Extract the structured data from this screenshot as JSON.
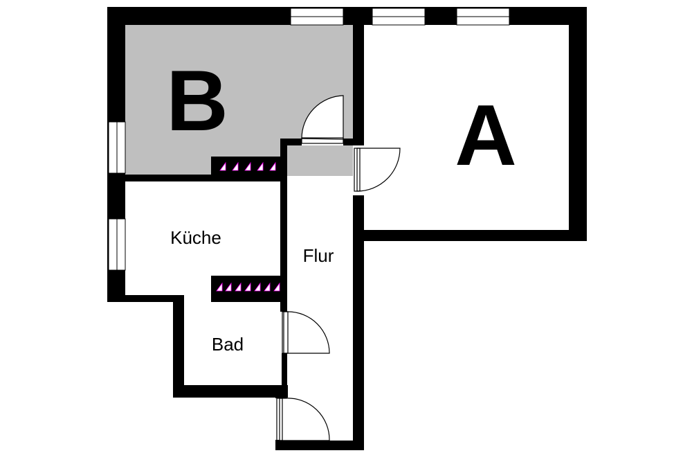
{
  "rooms": {
    "a": {
      "label": "A"
    },
    "b": {
      "label": "B"
    },
    "kueche": {
      "label": "Küche"
    },
    "flur": {
      "label": "Flur"
    },
    "bad": {
      "label": "Bad"
    }
  },
  "colors": {
    "wall": "#000000",
    "room_b_fill": "#bfbfbf",
    "floor": "#ffffff",
    "stair_accent": "#ff00ff"
  }
}
